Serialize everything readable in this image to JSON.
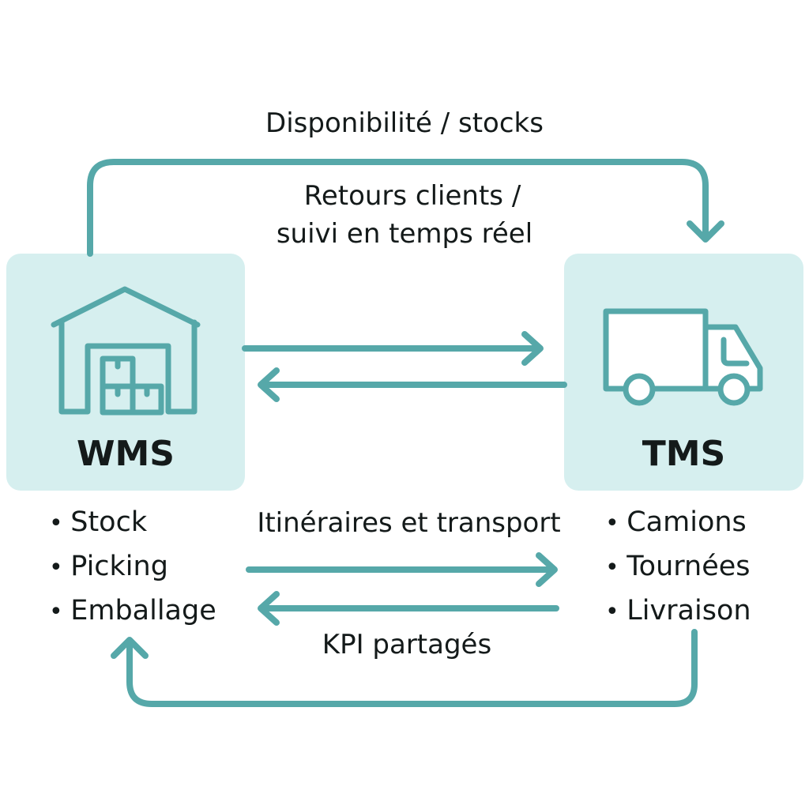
{
  "title": "WMS / TMS integration",
  "colors": {
    "accent": "#56a8a9",
    "box_fill": "#d6efef",
    "text": "#141a1a"
  },
  "wms": {
    "label": "WMS",
    "icon": "warehouse-icon",
    "bullets": [
      "Stock",
      "Picking",
      "Emballage"
    ]
  },
  "tms": {
    "label": "TMS",
    "icon": "truck-icon",
    "bullets": [
      "Camions",
      "Tournées",
      "Livraison"
    ]
  },
  "flows": {
    "top": "Disponibilité / stocks",
    "middle_line1": "Retours clients /",
    "middle_line2": "suivi en temps réel",
    "lower_top": "Itinéraires et transport",
    "lower_bottom": "KPI partagés"
  }
}
